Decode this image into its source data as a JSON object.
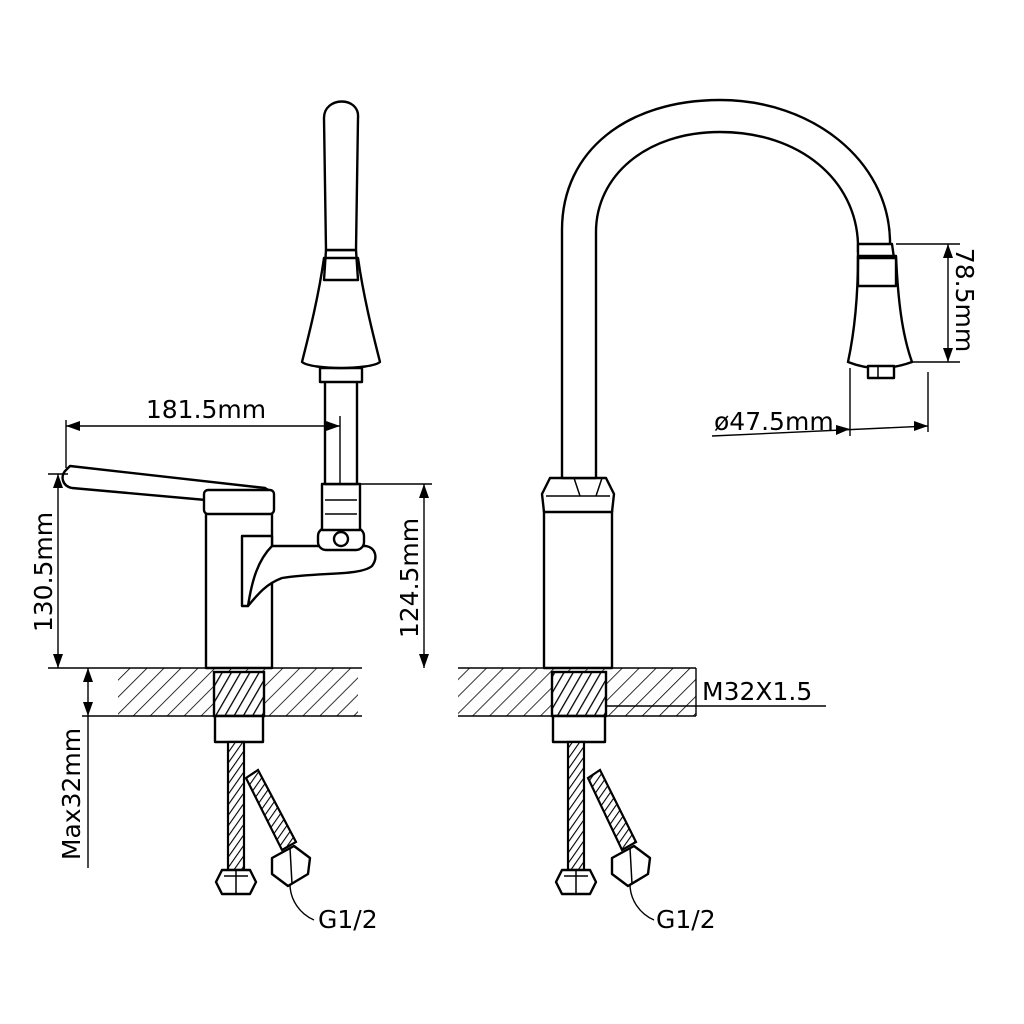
{
  "dimensions": {
    "left_spout_reach": "181.5mm",
    "left_total_height": "130.5mm",
    "left_spout_height": "124.5mm",
    "max_deck_thickness": "Max32mm",
    "right_spray_head_height": "78.5mm",
    "right_spray_head_diameter": "ø47.5mm",
    "thread_spec": "M32X1.5"
  },
  "connections": {
    "left_hose_fitting": "G1/2",
    "right_hose_fitting": "G1/2"
  }
}
